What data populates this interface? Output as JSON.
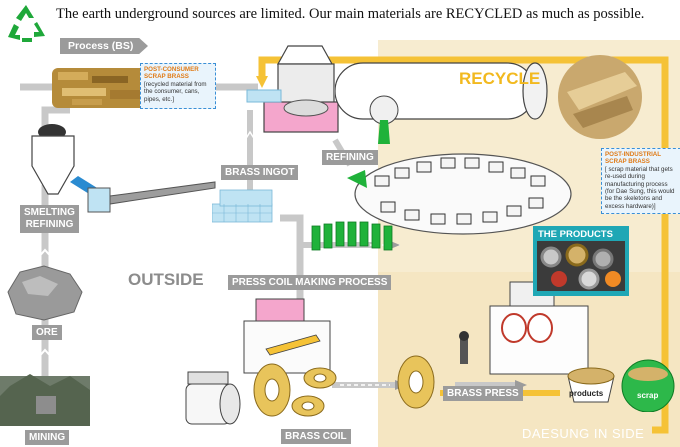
{
  "header": {
    "recycle_icon": "recycle-icon",
    "text": "The earth underground sources are limited. Our main materials are RECYCLED as much as possible."
  },
  "labels": {
    "process": "Process (BS)",
    "recycle": "RECYCLE",
    "brass_ingot": "BRASS INGOT",
    "refining": "REFINING",
    "smelting_line1": "SMELTING",
    "smelting_line2": "REFINING",
    "outside": "OUTSIDE",
    "press_coil": "PRESS COIL MAKING PROCESS",
    "ore": "ORE",
    "mining": "MINING",
    "brass_press": "BRASS PRESS",
    "brass_coil": "BRASS COIL",
    "the_products": "THE PRODUCTS",
    "products_bin": "products",
    "scrap_bin": "scrap",
    "daesung": "DAESUNG IN SIDE"
  },
  "notes": {
    "post_consumer": {
      "title": "POST-CONSUMER SCRAP BRASS",
      "body": "[recycled material from the consumer, cans, pipes, etc.]"
    },
    "post_industrial": {
      "title": "POST-INDUSTRIAL SCRAP BRASS",
      "body": "[ scrap material that gets re-used during manufacturing process (for Dae Sung, this would be the skeletons and excess hardware)]"
    }
  },
  "colors": {
    "arrow_gray": "#c8c8c8",
    "arrow_yellow": "#f5c236",
    "inside_bg": "#f7ecd0",
    "tag_gray": "#9b9b9b",
    "accent_orange": "#e07b17",
    "ingot_blue": "#bfe3f3",
    "green": "#1fb23a",
    "pink": "#f4a6cc"
  }
}
